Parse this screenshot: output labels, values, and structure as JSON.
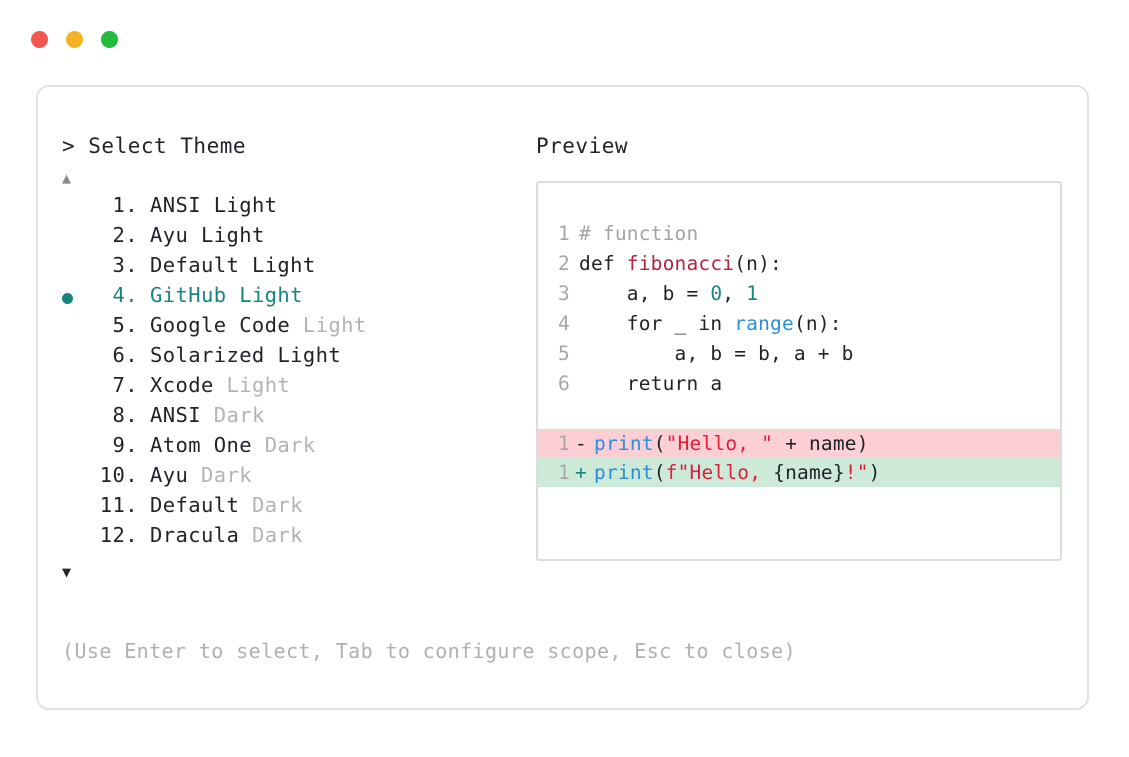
{
  "window": {
    "traffic_lights": [
      {
        "name": "close-button",
        "color": "#f4564f"
      },
      {
        "name": "minimize-button",
        "color": "#f5b227"
      },
      {
        "name": "maximize-button",
        "color": "#22bb3b"
      }
    ]
  },
  "left": {
    "prompt": "> Select Theme",
    "scroll_up": "▲",
    "scroll_down": "▼",
    "selected_index": 4,
    "items": [
      {
        "num": " 1.",
        "name": "ANSI",
        "variant": "Light",
        "variant_muted": false,
        "selected": false
      },
      {
        "num": " 2.",
        "name": "Ayu",
        "variant": "Light",
        "variant_muted": false,
        "selected": false
      },
      {
        "num": " 3.",
        "name": "Default",
        "variant": "Light",
        "variant_muted": false,
        "selected": false
      },
      {
        "num": " 4.",
        "name": "GitHub",
        "variant": "Light",
        "variant_muted": false,
        "selected": true
      },
      {
        "num": " 5.",
        "name": "Google Code",
        "variant": "Light",
        "variant_muted": true,
        "selected": false
      },
      {
        "num": " 6.",
        "name": "Solarized",
        "variant": "Light",
        "variant_muted": false,
        "selected": false
      },
      {
        "num": " 7.",
        "name": "Xcode",
        "variant": "Light",
        "variant_muted": true,
        "selected": false
      },
      {
        "num": " 8.",
        "name": "ANSI",
        "variant": "Dark",
        "variant_muted": true,
        "selected": false
      },
      {
        "num": " 9.",
        "name": "Atom One",
        "variant": "Dark",
        "variant_muted": true,
        "selected": false
      },
      {
        "num": "10.",
        "name": "Ayu",
        "variant": "Dark",
        "variant_muted": true,
        "selected": false
      },
      {
        "num": "11.",
        "name": "Default",
        "variant": "Dark",
        "variant_muted": true,
        "selected": false
      },
      {
        "num": "12.",
        "name": "Dracula",
        "variant": "Dark",
        "variant_muted": true,
        "selected": false
      }
    ],
    "hint": "(Use Enter to select, Tab to configure scope, Esc to close)"
  },
  "right": {
    "label": "Preview",
    "code_lines": [
      {
        "ln": "1",
        "tokens": [
          {
            "t": "# function",
            "c": "tok-comment"
          }
        ]
      },
      {
        "ln": "2",
        "tokens": [
          {
            "t": "def ",
            "c": "tok-kw"
          },
          {
            "t": "fibonacci",
            "c": "tok-fn-def"
          },
          {
            "t": "(n):",
            "c": "tok-punct"
          }
        ]
      },
      {
        "ln": "3",
        "tokens": [
          {
            "t": "    a, b = ",
            "c": "tok-kw"
          },
          {
            "t": "0",
            "c": "tok-num"
          },
          {
            "t": ", ",
            "c": "tok-punct"
          },
          {
            "t": "1",
            "c": "tok-num"
          }
        ]
      },
      {
        "ln": "4",
        "tokens": [
          {
            "t": "    for _ in ",
            "c": "tok-kw"
          },
          {
            "t": "range",
            "c": "tok-builtin"
          },
          {
            "t": "(n):",
            "c": "tok-punct"
          }
        ]
      },
      {
        "ln": "5",
        "tokens": [
          {
            "t": "        a, b = b, a + b",
            "c": "tok-kw"
          }
        ]
      },
      {
        "ln": "6",
        "tokens": [
          {
            "t": "    return a",
            "c": "tok-kw"
          }
        ]
      }
    ],
    "diff_lines": [
      {
        "ln": "1",
        "kind": "del",
        "mark": "-",
        "tokens": [
          {
            "t": "print",
            "c": "tok-builtin"
          },
          {
            "t": "(",
            "c": "tok-punct"
          },
          {
            "t": "\"Hello, \"",
            "c": "tok-str"
          },
          {
            "t": " + name)",
            "c": "tok-punct"
          }
        ]
      },
      {
        "ln": "1",
        "kind": "add",
        "mark": "+",
        "tokens": [
          {
            "t": "print",
            "c": "tok-builtin"
          },
          {
            "t": "(",
            "c": "tok-punct"
          },
          {
            "t": "f\"Hello, ",
            "c": "tok-str"
          },
          {
            "t": "{name}",
            "c": "tok-punct"
          },
          {
            "t": "!\"",
            "c": "tok-str"
          },
          {
            "t": ")",
            "c": "tok-punct"
          }
        ]
      }
    ]
  },
  "colors": {
    "accent_teal": "#17857f",
    "diff_del_bg": "#fbcfd3",
    "diff_add_bg": "#cdead9",
    "muted_text": "#b3b3b3",
    "border": "#e2e2e3"
  }
}
